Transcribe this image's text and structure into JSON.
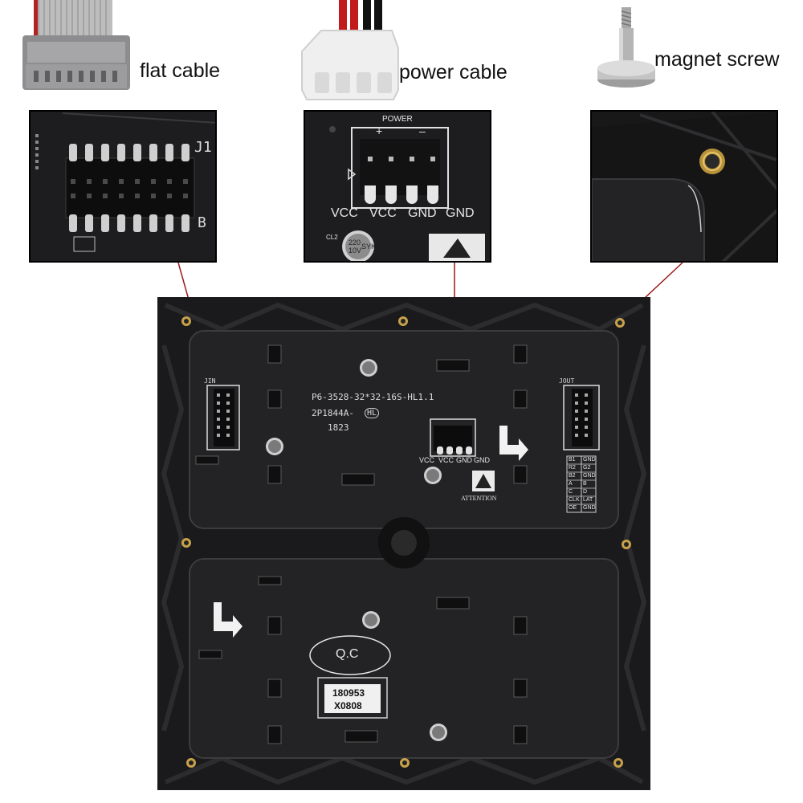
{
  "callouts": {
    "flat_cable": "flat cable",
    "power_cable": "power cable",
    "magnet_screw": "magnet screw"
  },
  "connector_header": {
    "top_mark": "J1",
    "bottom_mark": "B"
  },
  "power_header": {
    "title": "POWER",
    "plus": "+",
    "minus": "–",
    "pins": [
      "VCC",
      "VCC",
      "GND",
      "GND"
    ],
    "cap_label": "CL2",
    "cap_value": "220",
    "cap_voltage": "10V",
    "cap_brand": "SYK"
  },
  "board": {
    "model": "P6-3528-32*32-16S-HL1.1",
    "revision": "2P1844A-",
    "rev_mark": "HL",
    "date_code": "1823",
    "jin_label": "JIN",
    "jout_label": "JOUT",
    "power_pins": [
      "VCC",
      "VCC",
      "GND",
      "GND"
    ],
    "attention": "ATTENTION",
    "qc": "Q.C",
    "sticker_line1": "180953",
    "sticker_line2": "X0808",
    "pin_table": [
      [
        "B1",
        "GND"
      ],
      [
        "R2",
        "G2"
      ],
      [
        "B2",
        "GND"
      ],
      [
        "A",
        "B"
      ],
      [
        "C",
        "D"
      ],
      [
        "CLK",
        "LAT"
      ],
      [
        "OE",
        "GND"
      ]
    ]
  },
  "colors": {
    "board": "#232325",
    "frame": "#1a1a1c",
    "leader_line": "#9a1b1b",
    "brass": "#c8a24a"
  }
}
